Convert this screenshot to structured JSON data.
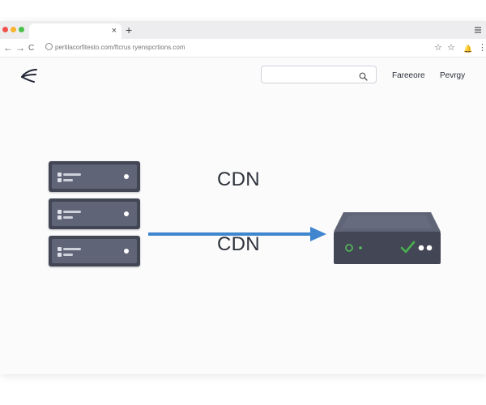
{
  "browser": {
    "tab_close": "×",
    "new_tab": "+",
    "back": "←",
    "forward": "→",
    "reload": "C",
    "url": "pertilacorfitesto.com/ftcrus ryenspcrtions.com",
    "star": "☆",
    "extensions": "☆",
    "notifications": "🔔",
    "menu": "⋮"
  },
  "header": {
    "logo_icon": "waves-logo-icon",
    "search": {
      "placeholder": "",
      "value": ""
    },
    "nav": [
      "Fareeore",
      "Pevrgy"
    ]
  },
  "diagram": {
    "label_top": "CDN",
    "label_bottom": "CDN",
    "origin_servers": 3,
    "arrow_color": "#3f86cf",
    "server_color": "#424655",
    "edge_server": {
      "status": "check",
      "status_color": "#48b24d"
    }
  }
}
